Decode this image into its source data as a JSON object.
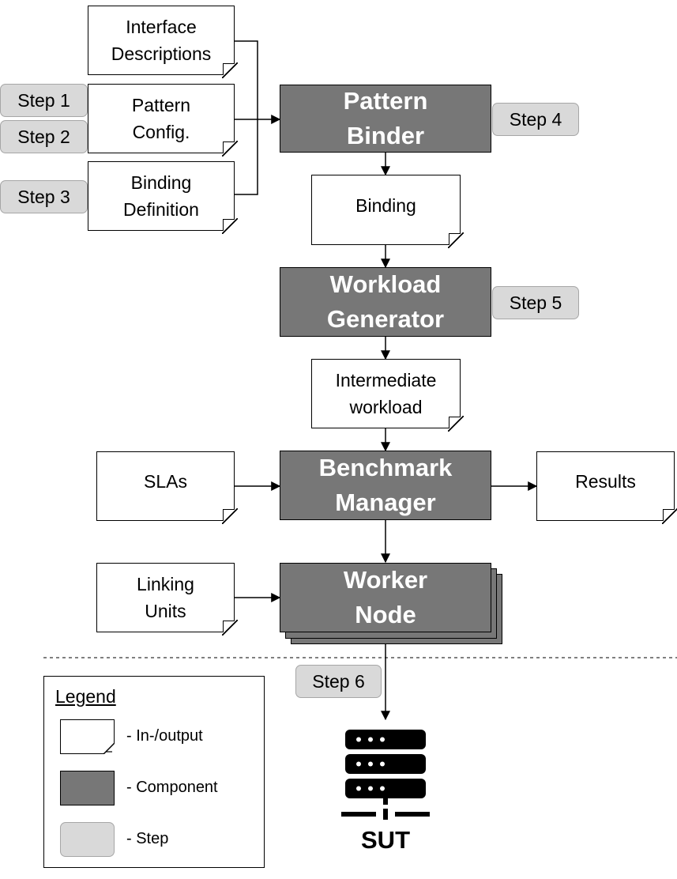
{
  "inputs": {
    "interface_descriptions": "Interface\nDescriptions",
    "pattern_config": "Pattern\nConfig.",
    "binding_definition": "Binding\nDefinition",
    "binding": "Binding",
    "intermediate_workload": "Intermediate\nworkload",
    "slas": "SLAs",
    "results": "Results",
    "linking_units": "Linking\nUnits"
  },
  "components": {
    "pattern_binder": "Pattern\nBinder",
    "workload_generator": "Workload\nGenerator",
    "benchmark_manager": "Benchmark\nManager",
    "worker_node": "Worker\nNode"
  },
  "steps": {
    "step1": "Step 1",
    "step2": "Step 2",
    "step3": "Step 3",
    "step4": "Step 4",
    "step5": "Step 5",
    "step6": "Step 6"
  },
  "legend": {
    "title": "Legend",
    "io_label": "- In-/output",
    "component_label": "- Component",
    "step_label": "- Step"
  },
  "sut": {
    "label": "SUT",
    "icon": "server-icon"
  },
  "colors": {
    "component_fill": "#777777",
    "step_fill": "#d9d9d9",
    "step_border": "#a6a6a6",
    "document_fill": "#ffffff"
  }
}
